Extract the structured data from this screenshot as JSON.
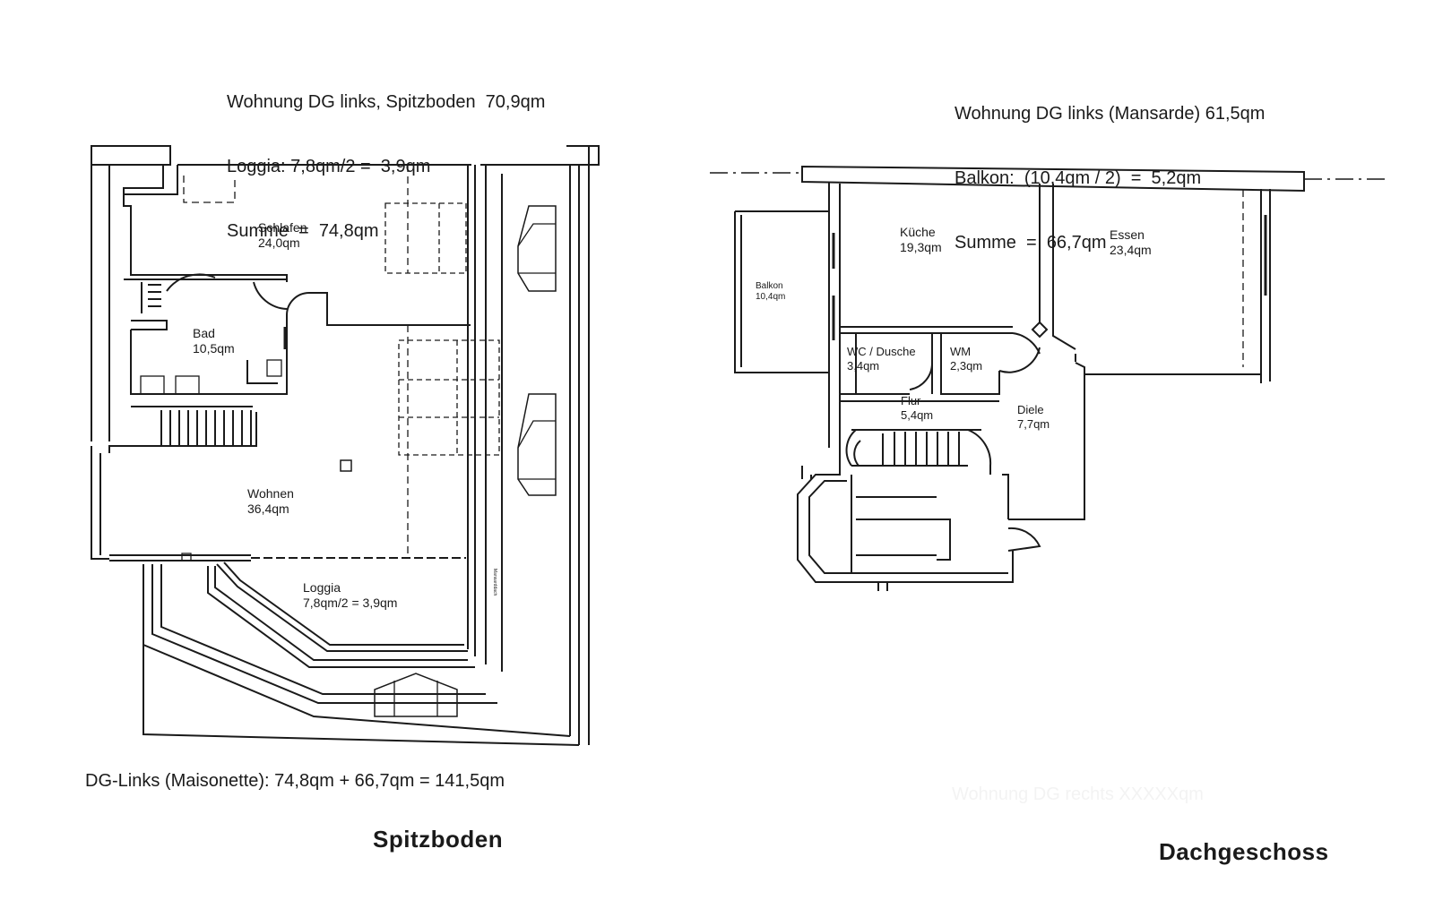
{
  "left_plan": {
    "summary": [
      "Wohnung DG links, Spitzboden  70,9qm",
      "Loggia: 7,8qm/2 =  3,9qm",
      "Summe  =  74,8qm"
    ],
    "rooms": {
      "schlafen": {
        "name": "Schlafen",
        "area": "24,0qm"
      },
      "bad": {
        "name": "Bad",
        "area": "10,5qm"
      },
      "wohnen": {
        "name": "Wohnen",
        "area": "36,4qm"
      },
      "loggia": {
        "name": "Loggia",
        "area": "7,8qm/2 =  3,9qm"
      }
    },
    "wall_note": "Mansarddach",
    "total": "DG-Links (Maisonette):  74,8qm  +  66,7qm  =  141,5qm",
    "title": "Spitzboden"
  },
  "right_plan": {
    "summary": [
      "Wohnung DG links (Mansarde) 61,5qm",
      "Balkon:  (10,4qm / 2)  =  5,2qm",
      "Summe  =  66,7qm"
    ],
    "rooms": {
      "kueche": {
        "name": "Küche",
        "area": "19,3qm"
      },
      "essen": {
        "name": "Essen",
        "area": "23,4qm"
      },
      "balkon": {
        "name": "Balkon",
        "area": "10,4qm"
      },
      "wc": {
        "name": "WC / Dusche",
        "area": "3,4qm"
      },
      "wm": {
        "name": "WM",
        "area": "2,3qm"
      },
      "flur": {
        "name": "Flur",
        "area": "5,4qm"
      },
      "diele": {
        "name": "Diele",
        "area": "7,7qm"
      }
    },
    "ghost_note": "Wohnung DG rechts XXXXXqm",
    "title": "Dachgeschoss"
  },
  "colors": {
    "ink": "#1a1a1a",
    "paper": "#ffffff"
  }
}
